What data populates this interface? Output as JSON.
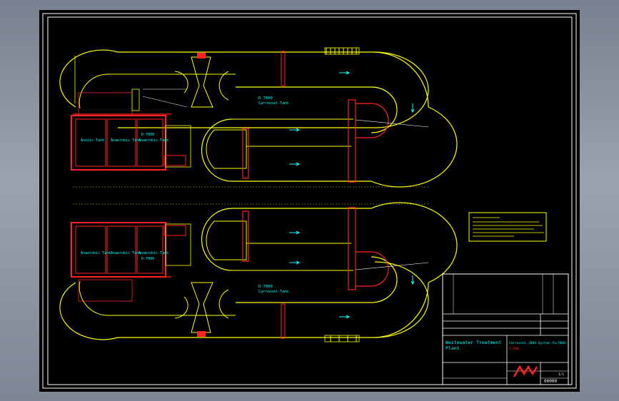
{
  "drawing": {
    "upper_plan": {
      "anoxic_tank": "Anoxic Tank",
      "anaerobic_tank": "Anaerobic Tank",
      "anaerobic_tank_2": "Anaerobic Tank",
      "tank_code": "D-7000",
      "carrousel_label": "D-7000",
      "carrousel_sub": "Carrousel Tank"
    },
    "lower_plan": {
      "anoxic_tank": "Anaerobic Tank",
      "anaerobic_tank": "Anaerobic Tank",
      "anaerobic_tank_2": "Anaerobic Tank",
      "tank_code": "D-7000",
      "carrousel_label": "D-7000",
      "carrousel_sub": "Carrousel Tank"
    },
    "title_block": {
      "project_title_1": "Wastewater Treatment",
      "project_title_2": "Plant",
      "drawing_title": "Carrousel 2000 System (D=7000)",
      "scale": "1:200",
      "code": "00000",
      "sheet": "1/1"
    }
  },
  "colors": {
    "canvas": "#000000",
    "frame": "#ffffff",
    "yellow": "#ffff00",
    "red": "#ff2020",
    "cyan": "#00ffff",
    "magenta": "#ff00ff",
    "white": "#ffffff"
  }
}
